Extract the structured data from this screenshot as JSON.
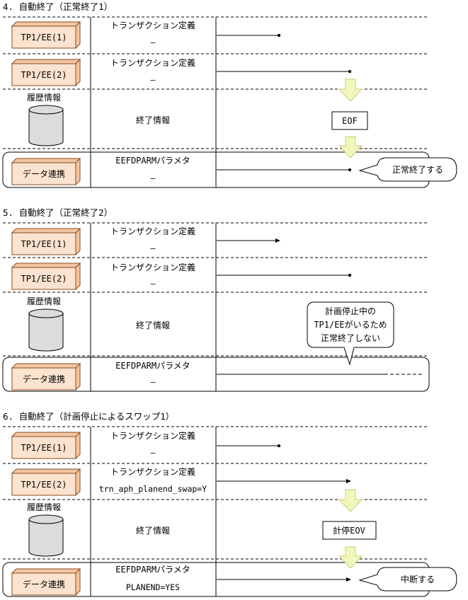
{
  "colors": {
    "box_fill": "#fbe3cf",
    "box_side": "#f2c6a2",
    "box_stroke": "#8a4a1e",
    "arrow_fill": "#f2f6bb",
    "arrow_stroke": "#c8ce7a",
    "cylinder_fill": "#dcdcdc"
  },
  "icons": {
    "history": "cylinder-database-icon",
    "arrow": "down-arrow-icon",
    "callout": "speech-bubble-icon"
  },
  "sections": [
    {
      "title": "4. 自動終了（正常終了1）",
      "rows": [
        {
          "box": "TP1/EE(1)",
          "mid_label": "トランザクション定義",
          "mid_sub": "―"
        },
        {
          "box": "TP1/EE(2)",
          "mid_label": "トランザクション定義",
          "mid_sub": "―"
        },
        {
          "box": "履歴情報",
          "mid_label": "終了情報",
          "mid_sub": ""
        },
        {
          "box": "データ連携",
          "mid_label": "EEFDPARMパラメタ",
          "mid_sub": "―"
        }
      ],
      "status": "EOF",
      "callout": "正常終了する"
    },
    {
      "title": "5. 自動終了（正常終了2）",
      "rows": [
        {
          "box": "TP1/EE(1)",
          "mid_label": "トランザクション定義",
          "mid_sub": "―"
        },
        {
          "box": "TP1/EE(2)",
          "mid_label": "トランザクション定義",
          "mid_sub": "―"
        },
        {
          "box": "履歴情報",
          "mid_label": "終了情報",
          "mid_sub": ""
        },
        {
          "box": "データ連携",
          "mid_label": "EEFDPARMパラメタ",
          "mid_sub": "―"
        }
      ],
      "status": "",
      "callout_lines": [
        "計画停止中の",
        "TP1/EEがいるため",
        "正常終了しない"
      ]
    },
    {
      "title": "6. 自動終了（計画停止によるスワップ1）",
      "rows": [
        {
          "box": "TP1/EE(1)",
          "mid_label": "トランザクション定義",
          "mid_sub": "―"
        },
        {
          "box": "TP1/EE(2)",
          "mid_label": "トランザクション定義",
          "mid_sub": "trn_aph_planend_swap=Y"
        },
        {
          "box": "履歴情報",
          "mid_label": "終了情報",
          "mid_sub": ""
        },
        {
          "box": "データ連携",
          "mid_label": "EEFDPARMパラメタ",
          "mid_sub": "PLANEND=YES"
        }
      ],
      "status": "計停EOV",
      "callout": "中断する"
    }
  ]
}
